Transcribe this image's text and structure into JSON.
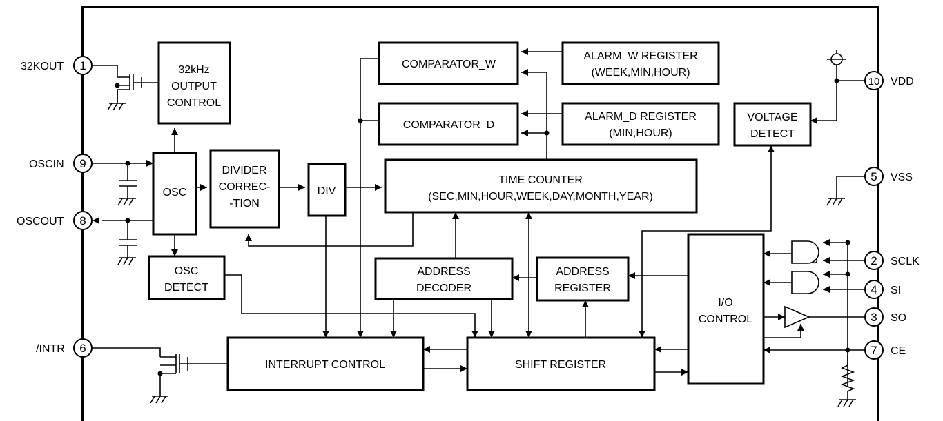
{
  "blocks": {
    "out32k": [
      "32kHz",
      "OUTPUT",
      "CONTROL"
    ],
    "osc": [
      "OSC"
    ],
    "osc_detect": [
      "OSC",
      "DETECT"
    ],
    "divider": [
      "DIVIDER",
      "CORREC-",
      "-TION"
    ],
    "div": [
      "DIV"
    ],
    "comparator_w": [
      "COMPARATOR_W"
    ],
    "comparator_d": [
      "COMPARATOR_D"
    ],
    "alarm_w": [
      "ALARM_W REGISTER",
      "(WEEK,MIN,HOUR)"
    ],
    "alarm_d": [
      "ALARM_D REGISTER",
      "(MIN,HOUR)"
    ],
    "voltage_detect": [
      "VOLTAGE",
      "DETECT"
    ],
    "time_counter": [
      "TIME COUNTER",
      "(SEC,MIN,HOUR,WEEK,DAY,MONTH,YEAR)"
    ],
    "address_decoder": [
      "ADDRESS",
      "DECODER"
    ],
    "address_register": [
      "ADDRESS",
      "REGISTER"
    ],
    "io_control": [
      "I/O",
      "CONTROL"
    ],
    "interrupt_control": [
      "INTERRUPT CONTROL"
    ],
    "shift_register": [
      "SHIFT REGISTER"
    ]
  },
  "pins": {
    "p1": {
      "num": "1",
      "label": "32KOUT"
    },
    "p9": {
      "num": "9",
      "label": "OSCIN"
    },
    "p8": {
      "num": "8",
      "label": "OSCOUT"
    },
    "p6": {
      "num": "6",
      "label": "/INTR"
    },
    "p10": {
      "num": "10",
      "label": "VDD"
    },
    "p5": {
      "num": "5",
      "label": "VSS"
    },
    "p2": {
      "num": "2",
      "label": "SCLK"
    },
    "p4": {
      "num": "4",
      "label": "SI"
    },
    "p3": {
      "num": "3",
      "label": "SO"
    },
    "p7": {
      "num": "7",
      "label": "CE"
    }
  }
}
